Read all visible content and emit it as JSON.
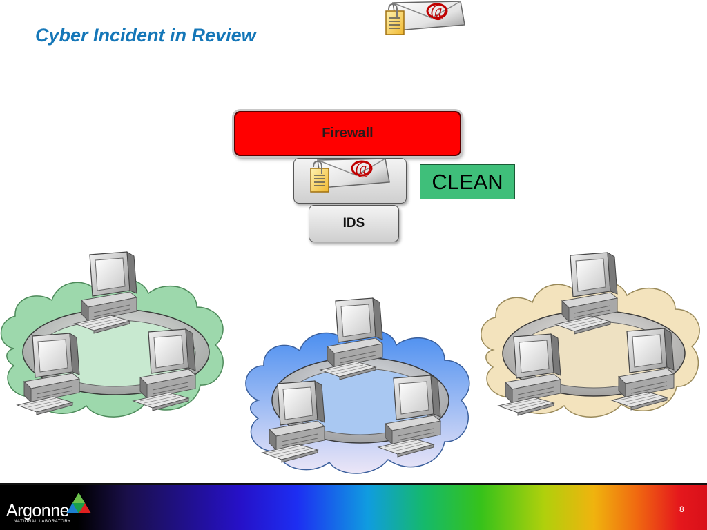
{
  "slide": {
    "title": "Cyber Incident in Review",
    "page_number": "8"
  },
  "diagram": {
    "firewall_label": "Firewall",
    "ids_label": "IDS",
    "status_label": "CLEAN",
    "colors": {
      "firewall": "#ff0000",
      "clean": "#3fbf7a",
      "title": "#1577b8",
      "network_left": "#9cd8a8",
      "network_center": "#6aa8f0",
      "network_right": "#f3e3bd"
    },
    "networks": [
      {
        "name": "left-network",
        "computers": 3,
        "cloud_color": "green"
      },
      {
        "name": "center-network",
        "computers": 3,
        "cloud_color": "blue"
      },
      {
        "name": "right-network",
        "computers": 3,
        "cloud_color": "tan"
      }
    ]
  },
  "logo": {
    "name": "Argonne",
    "subtitle": "NATIONAL LABORATORY"
  },
  "icons": [
    "email-icon",
    "computer-icon",
    "cloud-icon",
    "argonne-logo-icon"
  ]
}
